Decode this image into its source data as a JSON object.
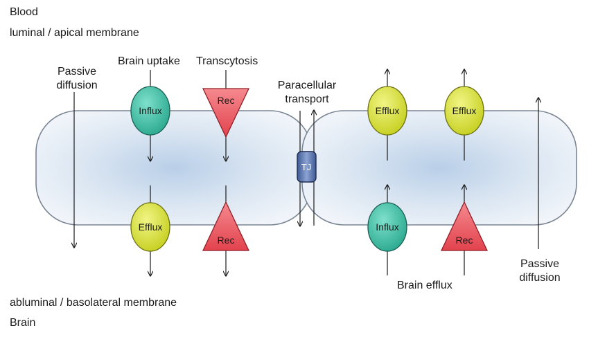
{
  "regions": {
    "blood": "Blood",
    "luminal_membrane": "luminal / apical membrane",
    "abluminal_membrane": "abluminal / basolateral membrane",
    "brain": "Brain"
  },
  "left_cell": {
    "passive_diffusion_line1": "Passive",
    "passive_diffusion_line2": "diffusion",
    "brain_uptake": "Brain uptake",
    "transcytosis": "Transcytosis",
    "top_transporter": "Influx",
    "top_receptor": "Rec",
    "bottom_transporter": "Efflux",
    "bottom_receptor": "Rec"
  },
  "junction": {
    "paracellular_line1": "Paracellular",
    "paracellular_line2": "transport",
    "tight_junction": "TJ"
  },
  "right_cell": {
    "top_transporter_1": "Efflux",
    "top_transporter_2": "Efflux",
    "bottom_transporter": "Influx",
    "bottom_receptor": "Rec",
    "brain_efflux": "Brain efflux",
    "passive_diffusion_line1": "Passive",
    "passive_diffusion_line2": "diffusion"
  },
  "colors": {
    "cell_fill": "#dce7f3",
    "influx": "#3fbfa5",
    "efflux": "#d6e03a",
    "receptor": "#e8505a",
    "tight_junction": "#5d7ab5"
  }
}
